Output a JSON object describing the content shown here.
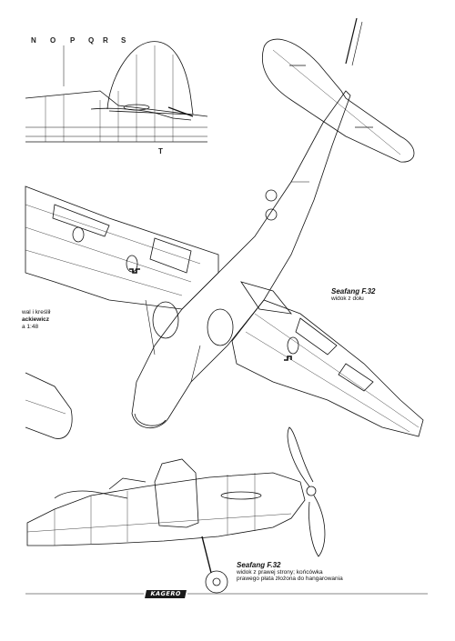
{
  "station_letters": [
    "N",
    "O",
    "P",
    "Q",
    "R",
    "S"
  ],
  "station_bottom": "T",
  "bottom_view": {
    "title": "Seafang F.32",
    "subtitle": "widok z dołu"
  },
  "side_view": {
    "title": "Seafang F.32",
    "lines": [
      "widok z prawej strony; końcówka",
      "prawego płata złożona do hangarowania"
    ]
  },
  "credits": {
    "line1": "wal i kreślił",
    "line2": "ackiewicz",
    "line3": "a 1:48"
  },
  "logo_text": "KAGERO"
}
